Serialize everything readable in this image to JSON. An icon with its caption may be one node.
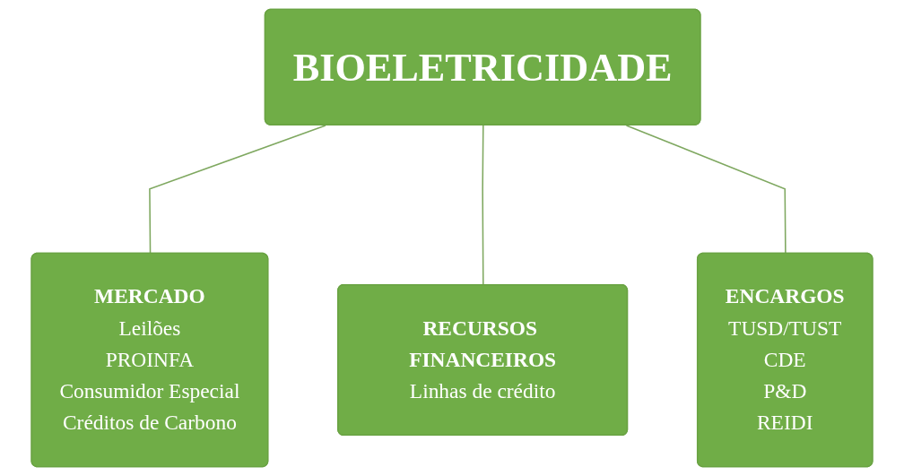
{
  "diagram": {
    "nodes": [
      {
        "text": [
          "BIOELETRICIDADE"
        ]
      },
      {
        "text": [
          "MERCADO",
          "Leilões",
          "PROINFA",
          "Consumidor Especial",
          "Créditos de Carbono"
        ]
      },
      {
        "text": [
          "RECURSOS FINANCEIROS",
          "Linhas de crédito"
        ]
      },
      {
        "text": [
          "ENCARGOS",
          "TUSD/TUST",
          "CDE",
          "P&D",
          "REIDI"
        ]
      }
    ],
    "edges": [
      {
        "from": 0,
        "to": 1,
        "arrow": "none"
      },
      {
        "from": 0,
        "to": 2,
        "arrow": "none"
      },
      {
        "from": 0,
        "to": 3,
        "arrow": "none"
      }
    ]
  }
}
